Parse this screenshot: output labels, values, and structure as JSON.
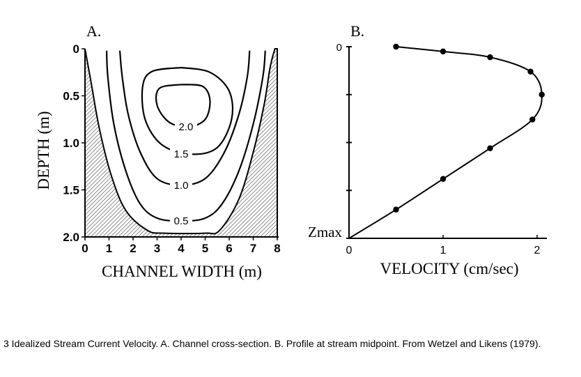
{
  "caption": "3 Idealized Stream Current Velocity. A. Channel cross-section. B. Profile at stream midpoint. From Wetzel and Likens (1979).",
  "chart_data": [
    {
      "type": "contour",
      "panel_label": "A.",
      "xlabel": "CHANNEL WIDTH (m)",
      "ylabel": "DEPTH (m)",
      "x_ticks": [
        "0",
        "1",
        "2",
        "3",
        "4",
        "5",
        "6",
        "7",
        "8"
      ],
      "y_ticks": [
        "0",
        "0.5",
        "1.0",
        "1.5",
        "2.0"
      ],
      "xlim": [
        0,
        8
      ],
      "ylim": [
        0,
        2.0
      ],
      "y_inverted": true,
      "hatched_bed": true,
      "contours": [
        {
          "label": "0.5",
          "points": [
            [
              0.9,
              0.02
            ],
            [
              0.95,
              0.3
            ],
            [
              1.2,
              0.8
            ],
            [
              1.7,
              1.3
            ],
            [
              2.3,
              1.65
            ],
            [
              3.0,
              1.8
            ],
            [
              4.0,
              1.83
            ],
            [
              5.0,
              1.8
            ],
            [
              5.7,
              1.65
            ],
            [
              6.4,
              1.3
            ],
            [
              7.0,
              0.8
            ],
            [
              7.4,
              0.3
            ],
            [
              7.5,
              0.02
            ]
          ]
        },
        {
          "label": "1.0",
          "points": [
            [
              1.45,
              0.02
            ],
            [
              1.55,
              0.3
            ],
            [
              1.8,
              0.7
            ],
            [
              2.3,
              1.1
            ],
            [
              3.0,
              1.38
            ],
            [
              4.0,
              1.45
            ],
            [
              5.0,
              1.38
            ],
            [
              5.8,
              1.1
            ],
            [
              6.4,
              0.7
            ],
            [
              6.75,
              0.3
            ],
            [
              6.85,
              0.02
            ]
          ]
        },
        {
          "label": "1.5",
          "points": [
            [
              4.0,
              0.2
            ],
            [
              5.2,
              0.25
            ],
            [
              6.0,
              0.45
            ],
            [
              6.1,
              0.75
            ],
            [
              5.5,
              1.05
            ],
            [
              4.4,
              1.12
            ],
            [
              3.2,
              1.02
            ],
            [
              2.5,
              0.75
            ],
            [
              2.4,
              0.4
            ],
            [
              2.8,
              0.24
            ],
            [
              4.0,
              0.2
            ]
          ]
        },
        {
          "label": "2.0",
          "points": [
            [
              4.0,
              0.38
            ],
            [
              4.9,
              0.4
            ],
            [
              5.2,
              0.55
            ],
            [
              5.0,
              0.75
            ],
            [
              4.3,
              0.83
            ],
            [
              3.5,
              0.78
            ],
            [
              3.0,
              0.6
            ],
            [
              3.1,
              0.42
            ],
            [
              4.0,
              0.38
            ]
          ]
        }
      ]
    },
    {
      "type": "line",
      "panel_label": "B.",
      "xlabel": "VELOCITY (cm/sec)",
      "ylabel": "",
      "x_ticks": [
        "0",
        "1",
        "2"
      ],
      "y_ticks": [
        "0",
        "",
        "",
        "",
        "Zmax"
      ],
      "xlim": [
        0,
        2.1
      ],
      "ylim": [
        0,
        1
      ],
      "y_inverted": true,
      "series": [
        {
          "x": [
            0.5,
            1.0,
            1.5,
            1.93,
            2.05,
            1.95,
            1.5,
            1.0,
            0.5,
            0.0
          ],
          "y": [
            0.0,
            0.025,
            0.055,
            0.13,
            0.25,
            0.38,
            0.53,
            0.69,
            0.85,
            1.0
          ]
        }
      ]
    }
  ]
}
